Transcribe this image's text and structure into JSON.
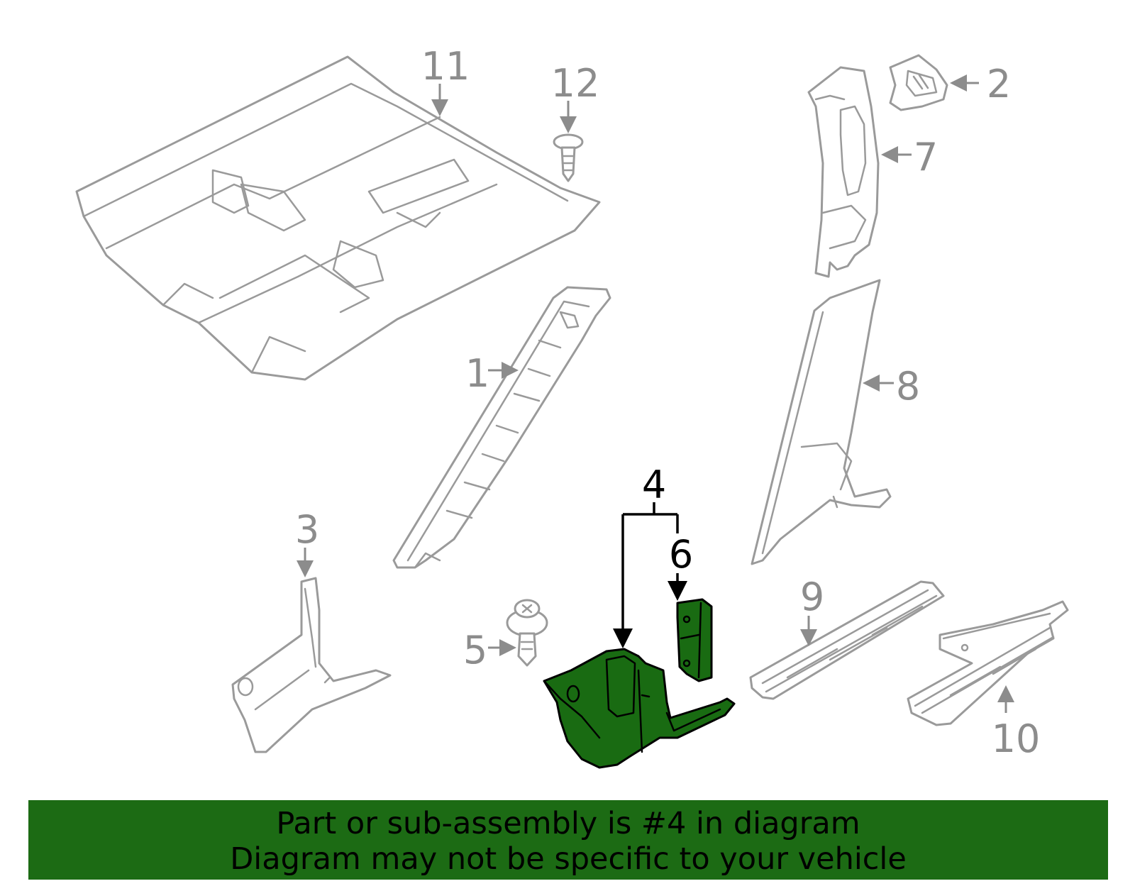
{
  "diagram": {
    "highlighted_part": "4",
    "colors": {
      "highlight": "#196b12",
      "line": "#9a9a9a",
      "banner": "#1c6b14"
    },
    "labels": {
      "p1": "1",
      "p2": "2",
      "p3": "3",
      "p4": "4",
      "p5": "5",
      "p6": "6",
      "p7": "7",
      "p8": "8",
      "p9": "9",
      "p10": "10",
      "p11": "11",
      "p12": "12"
    }
  },
  "banner": {
    "line1": "Part or sub-assembly is #4 in diagram",
    "line2": "Diagram may not be specific to your vehicle"
  }
}
